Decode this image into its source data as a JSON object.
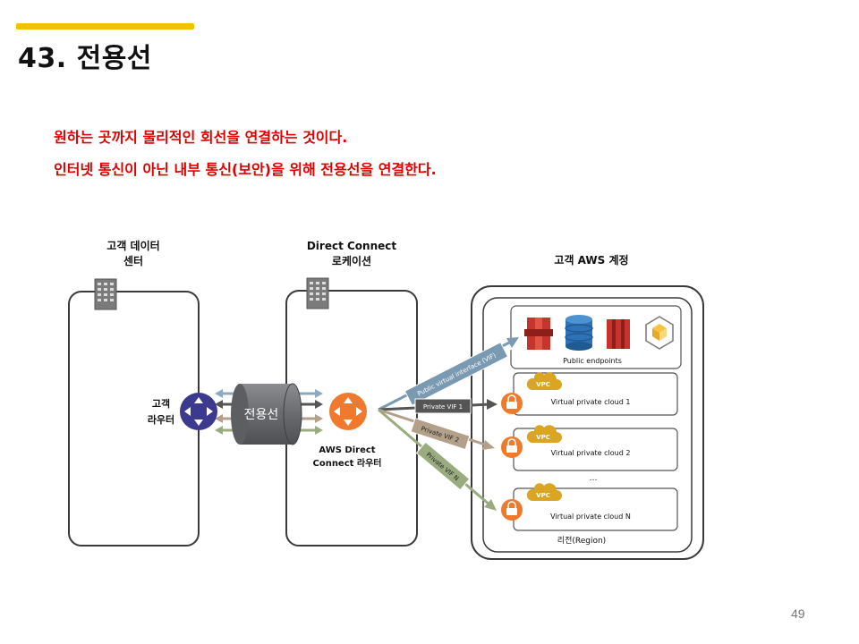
{
  "header": {
    "title": "43. 전용선",
    "accent_color": "#f5c000"
  },
  "body": {
    "line1": "원하는 곳까지 물리적인 회선을 연결하는 것이다.",
    "line2": "인터넷 통신이 아닌 내부 통신(보안)을 위해 전용선을 연결한다.",
    "text_color": "#e00000"
  },
  "diagram": {
    "customer_dc": {
      "label_line1": "고객 데이터",
      "label_line2": "센터",
      "router_line1": "고객",
      "router_line2": "라우터",
      "icons": [
        "building-icon",
        "router-icon"
      ]
    },
    "direct_connect": {
      "label_line1": "Direct Connect",
      "label_line2": "로케이션",
      "router_line1": "AWS Direct",
      "router_line2": "Connect 라우터",
      "icons": [
        "building-icon",
        "router-icon"
      ]
    },
    "dedicated_line": {
      "label": "전용선"
    },
    "aws_account": {
      "label": "고객 AWS 계정",
      "public_endpoints_label": "Public endpoints",
      "public_service_icons": [
        "s3-icon",
        "dynamodb-icon",
        "glacier-icon",
        "sqs-icon"
      ],
      "region_label": "리전(Region)",
      "vpcs": [
        {
          "badge": "VPC",
          "label": "Virtual private cloud 1"
        },
        {
          "badge": "VPC",
          "label": "Virtual private cloud 2"
        },
        {
          "badge": "VPC",
          "label": "Virtual private cloud N"
        }
      ],
      "ellipsis": "…"
    },
    "vif_labels": {
      "public": "Public virtual interface (VIF)",
      "private_1": "Private VIF 1",
      "private_2": "Private VIF 2",
      "private_n": "Private VIF N"
    },
    "colors": {
      "customer_router": "#3b3a8f",
      "aws_router": "#ef7a2d",
      "cable": "#6d6e72",
      "public_vif": "#7a9ab2",
      "private_1": "#555555",
      "private_2": "#b3a08a",
      "private_n": "#9aab80",
      "vpc_badge": "#d9a522",
      "lock": "#ef7a2d"
    }
  },
  "footer": {
    "page_number": "49"
  }
}
